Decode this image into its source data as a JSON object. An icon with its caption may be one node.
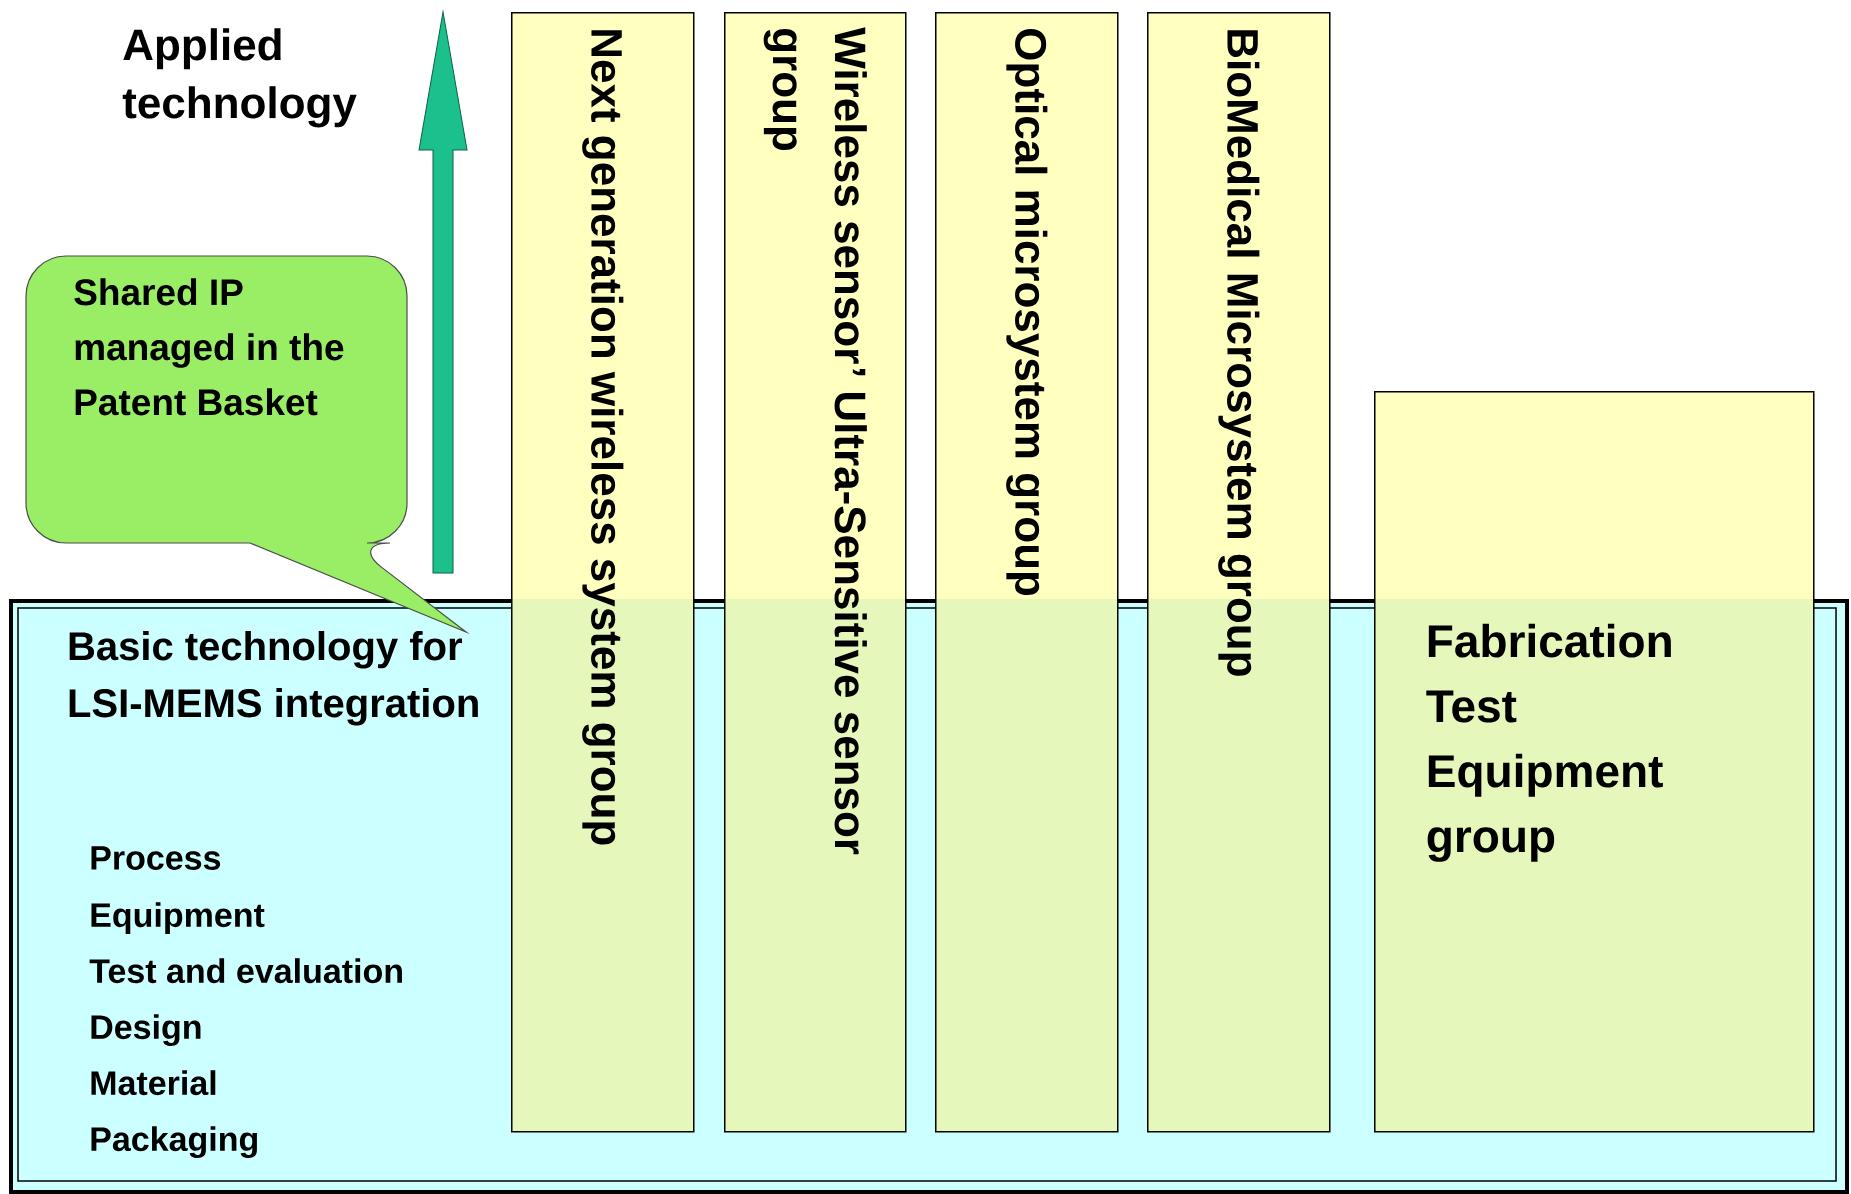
{
  "diagram": {
    "nodes": [
      {
        "text": [
          "Shared IP managed in the Patent Basket"
        ]
      },
      {
        "text": [
          "Next generation wireless system group"
        ]
      },
      {
        "text": [
          "Wireless sensor’ Ultra-Sensitive sensor group"
        ]
      },
      {
        "text": [
          "Optical microsystem group"
        ]
      },
      {
        "text": [
          "BioMedical Microsystem group"
        ]
      },
      {
        "text": [
          "Fabrication Test Equipment group"
        ]
      },
      {
        "text": [
          "Basic technology for LSI-MEMS integration"
        ]
      }
    ],
    "labels": [
      "Applied technology",
      "Process",
      "Equipment",
      "Test and evaluation",
      "Design",
      "Material",
      "Packaging"
    ]
  }
}
